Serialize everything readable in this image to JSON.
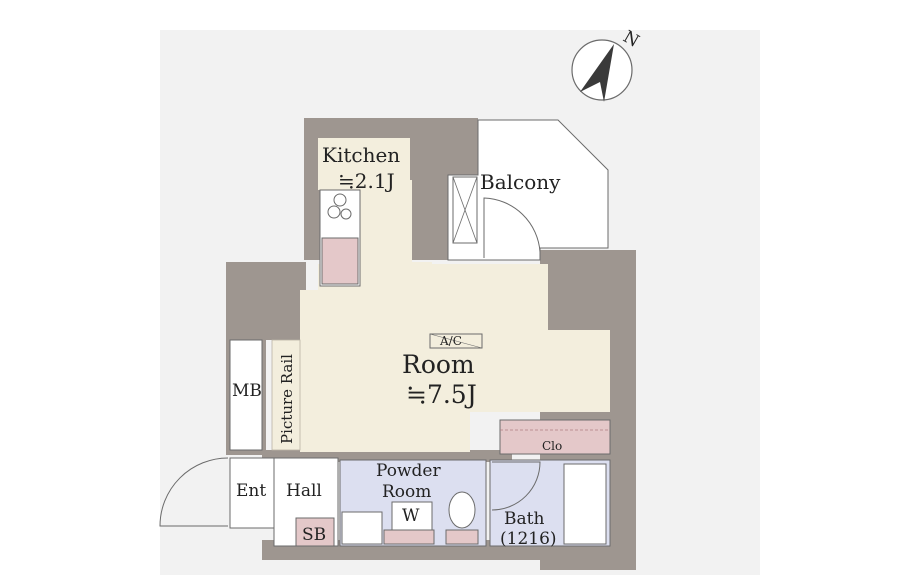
{
  "colors": {
    "wall": "#9e9690",
    "room": "#f3eedd",
    "wet": "#dcdff0",
    "accent": "#e4c8c9",
    "line": "#6b6b6b"
  },
  "compass": {
    "label": "N"
  },
  "rooms": {
    "kitchen": {
      "name": "Kitchen",
      "size": "≒2.1J"
    },
    "balcony": {
      "name": "Balcony"
    },
    "room": {
      "name": "Room",
      "size": "≒7.5J",
      "ac": "A/C"
    },
    "picture_rail": {
      "name": "Picture Rail"
    },
    "mb": {
      "name": "MB"
    },
    "clo": {
      "name": "Clo"
    },
    "powder": {
      "name_line1": "Powder",
      "name_line2": "Room"
    },
    "w": {
      "name": "W"
    },
    "bath": {
      "name": "Bath",
      "size": "(1216)"
    },
    "ent": {
      "name": "Ent"
    },
    "hall": {
      "name": "Hall"
    },
    "sb": {
      "name": "SB"
    }
  }
}
